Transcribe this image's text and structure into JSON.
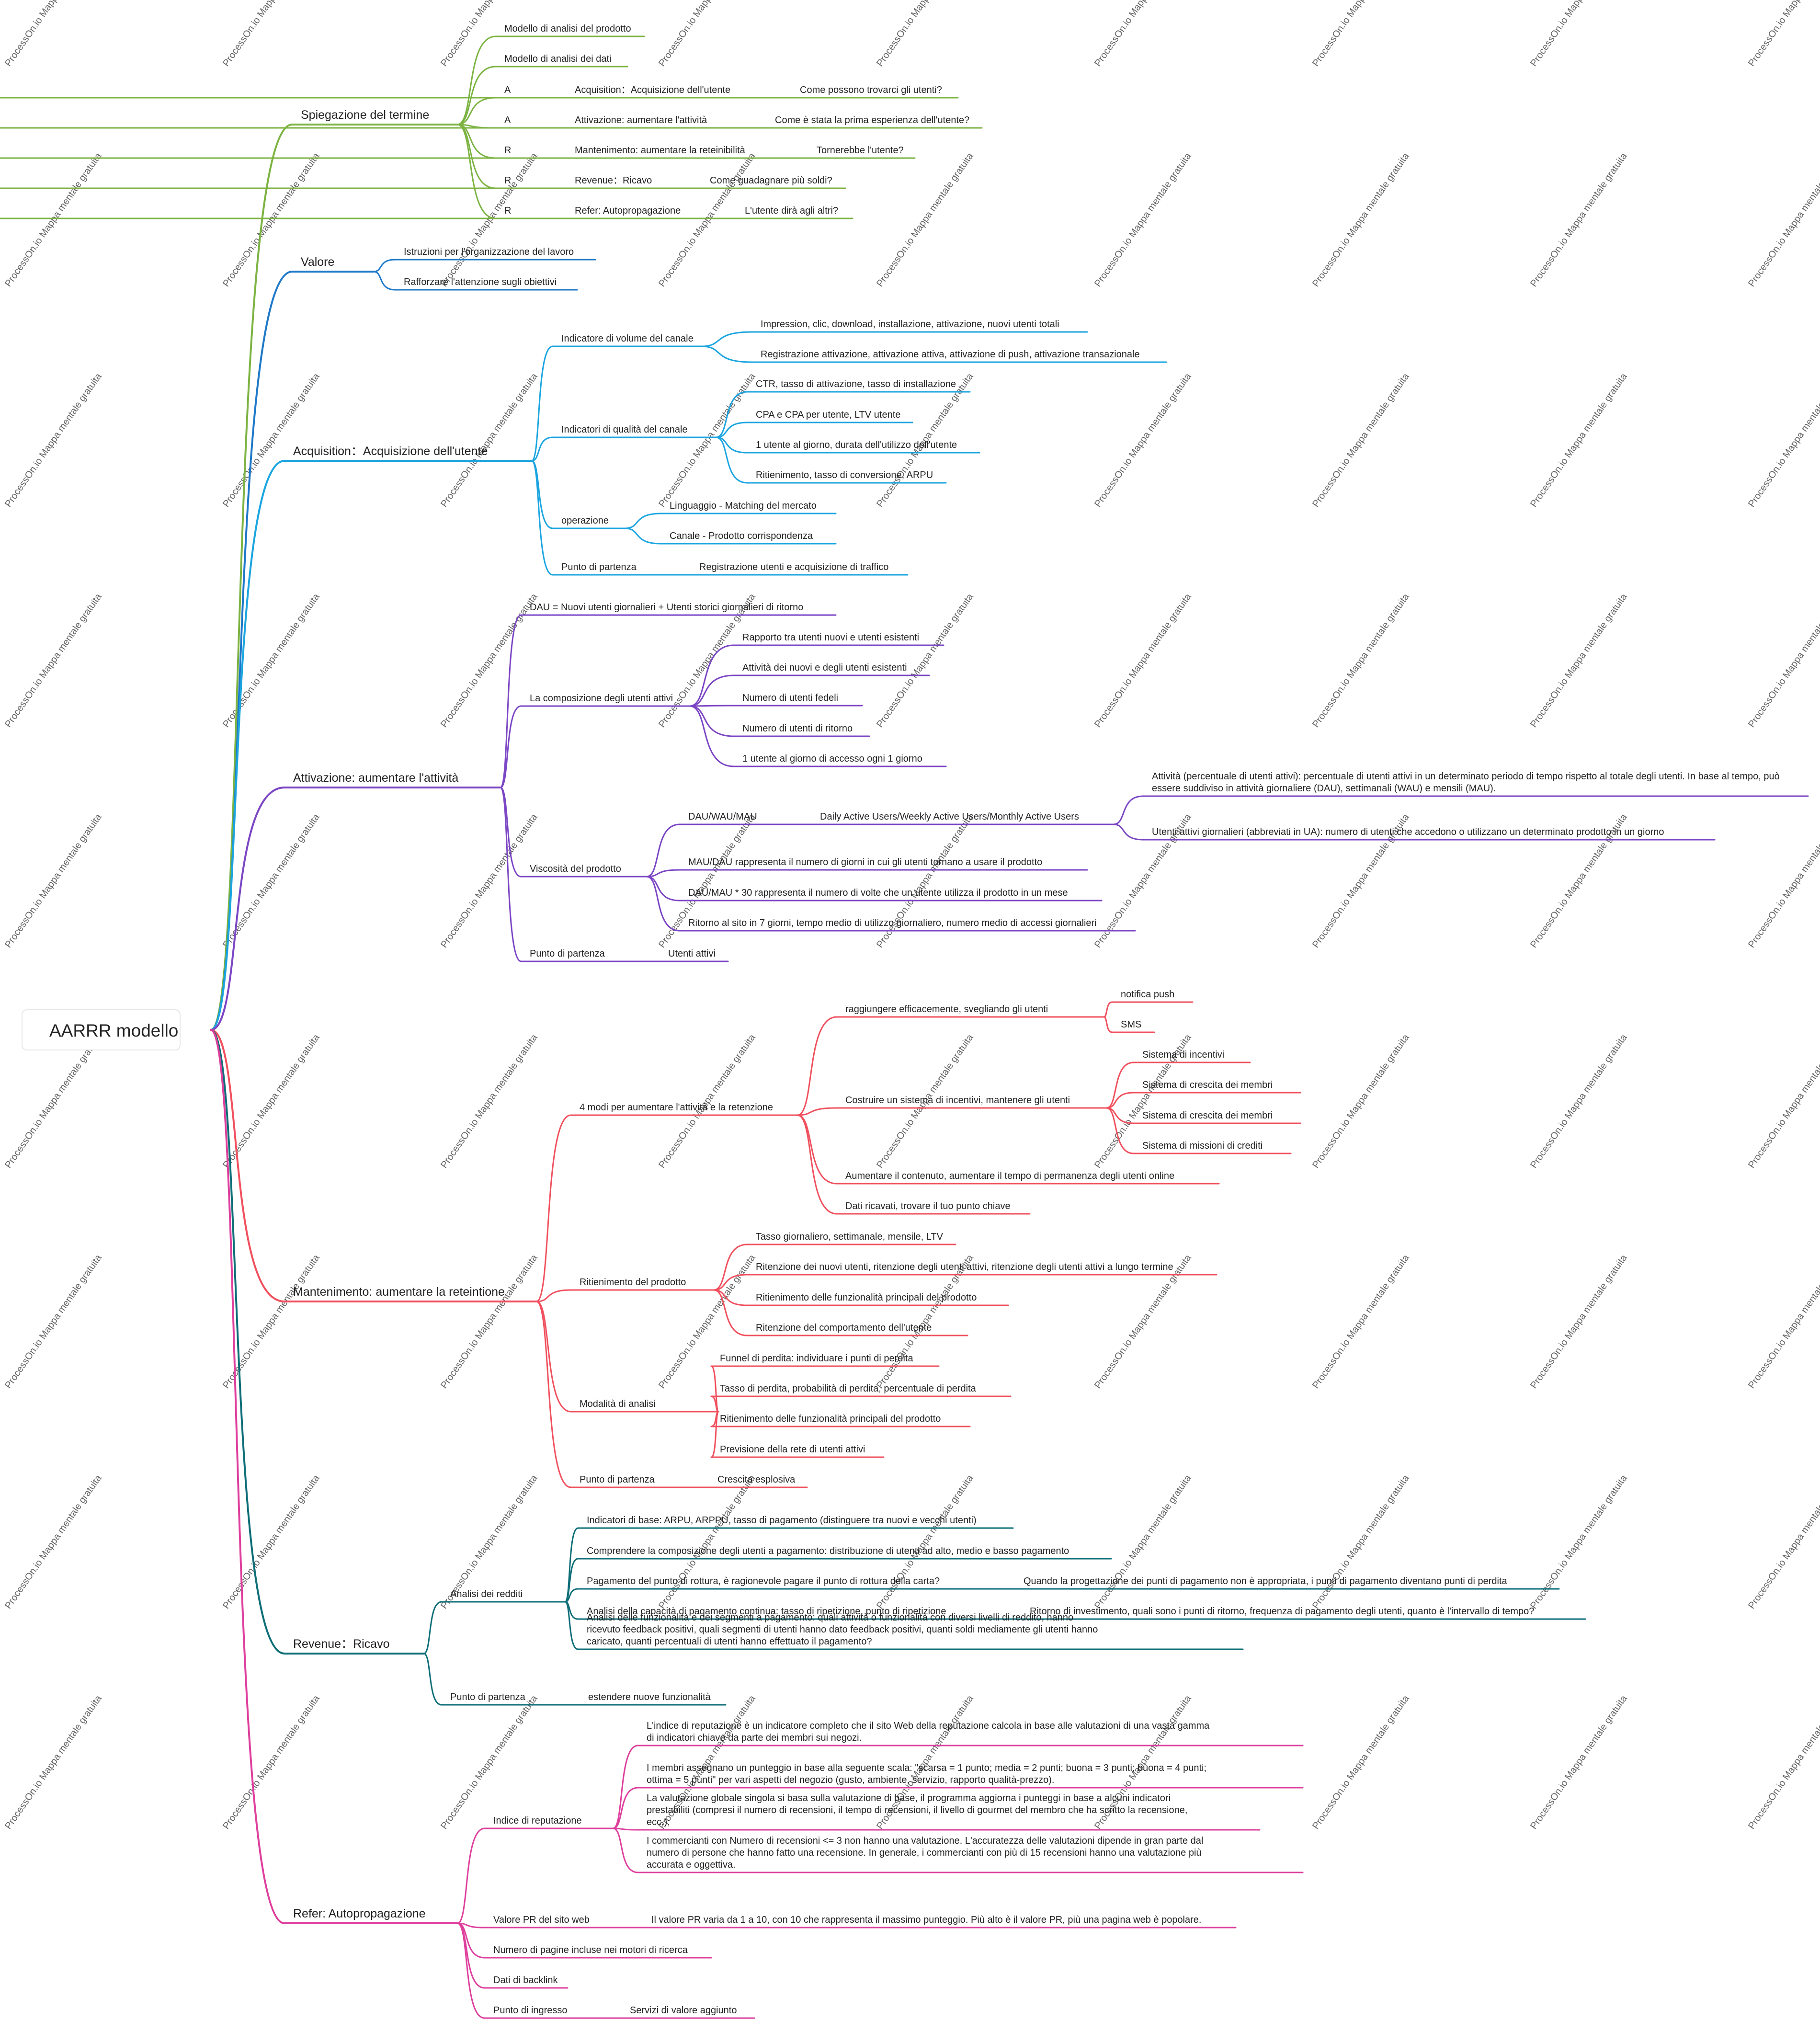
{
  "root": {
    "label": "AARRR modello"
  },
  "watermark": "ProcessOn.io Mappa mentale gratuita",
  "branches": [
    {
      "label": "Spiegazione del termine",
      "color": "#7cb342",
      "children": [
        {
          "label": "Modello di analisi del prodotto"
        },
        {
          "label": "Modello di analisi dei dati"
        },
        {
          "label": "A",
          "chain": [
            "Acquisition：Acquisizione dell'utente",
            "Come possono trovarci gli utenti?"
          ]
        },
        {
          "label": "A",
          "chain": [
            "Attivazione: aumentare l'attività",
            "Come è stata la prima esperienza dell'utente?"
          ]
        },
        {
          "label": "R",
          "chain": [
            "Mantenimento: aumentare la reteinibilità",
            "Tornerebbe l'utente?"
          ]
        },
        {
          "label": "R",
          "chain": [
            "Revenue：Ricavo",
            "Come guadagnare più soldi?"
          ]
        },
        {
          "label": "R",
          "chain": [
            "Refer: Autopropagazione",
            "L'utente dirà agli altri?"
          ]
        }
      ]
    },
    {
      "label": "Valore",
      "color": "#1e78c8",
      "children": [
        {
          "label": "Istruzioni per l'organizzazione del lavoro"
        },
        {
          "label": "Rafforzare l'attenzione sugli obiettivi"
        }
      ]
    },
    {
      "label": "Acquisition：Acquisizione dell'utente",
      "color": "#1ba5e0",
      "children": [
        {
          "label": "Indicatore di volume del canale",
          "children": [
            {
              "label": "Impression, clic, download, installazione, attivazione, nuovi utenti totali"
            },
            {
              "label": "Registrazione attivazione, attivazione attiva, attivazione di push, attivazione transazionale"
            }
          ]
        },
        {
          "label": "Indicatori di qualità del canale",
          "children": [
            {
              "label": "CTR, tasso di attivazione, tasso di installazione"
            },
            {
              "label": "CPA e CPA per utente, LTV utente"
            },
            {
              "label": "1 utente al giorno, durata dell'utilizzo dell'utente"
            },
            {
              "label": "Ritienimento, tasso di conversione, ARPU"
            }
          ]
        },
        {
          "label": "operazione",
          "children": [
            {
              "label": "Linguaggio - Matching del mercato"
            },
            {
              "label": "Canale - Prodotto corrispondenza"
            }
          ]
        },
        {
          "label": "Punto di partenza",
          "chain": [
            "Registrazione utenti e acquisizione di traffico"
          ]
        }
      ]
    },
    {
      "label": "Attivazione: aumentare l'attività",
      "color": "#7b45c4",
      "children": [
        {
          "label": "DAU = Nuovi utenti giornalieri + Utenti storici giornalieri di ritorno"
        },
        {
          "label": "La composizione degli utenti attivi",
          "children": [
            {
              "label": "Rapporto tra utenti nuovi e utenti esistenti"
            },
            {
              "label": "Attività dei nuovi e degli utenti esistenti"
            },
            {
              "label": "Numero di utenti fedeli"
            },
            {
              "label": "Numero di utenti di ritorno"
            },
            {
              "label": "1 utente al giorno di accesso ogni 1 giorno"
            }
          ]
        },
        {
          "label": "Viscosità del prodotto",
          "children": [
            {
              "label": "DAU/WAU/MAU",
              "chain": [
                "Daily Active Users/Weekly Active Users/Monthly Active Users"
              ],
              "children": [
                {
                  "label": "Attività (percentuale di utenti attivi): percentuale di utenti attivi in un determinato periodo di tempo rispetto al totale degli utenti. In base al tempo, può essere suddiviso in attività giornaliere (DAU), settimanali (WAU) e mensili (MAU)."
                },
                {
                  "label": "Utenti attivi giornalieri (abbreviati in UA): numero di utenti che accedono o utilizzano un determinato prodotto in un giorno"
                }
              ]
            },
            {
              "label": "MAU/DAU rappresenta il numero di giorni in cui gli utenti tornano a usare il prodotto"
            },
            {
              "label": "DAU/MAU * 30 rappresenta il numero di volte che un utente utilizza il prodotto in un mese"
            },
            {
              "label": "Ritorno al sito in 7 giorni, tempo medio di utilizzo giornaliero, numero medio di accessi giornalieri"
            }
          ]
        },
        {
          "label": "Punto di partenza",
          "chain": [
            "Utenti attivi"
          ]
        }
      ]
    },
    {
      "label": "Mantenimento: aumentare la reteintione",
      "color": "#f0505e",
      "children": [
        {
          "label": "4 modi per aumentare l'attività e la retenzione",
          "children": [
            {
              "label": "raggiungere efficacemente, svegliando gli utenti",
              "children": [
                {
                  "label": "notifica push"
                },
                {
                  "label": "SMS"
                }
              ]
            },
            {
              "label": "Costruire un sistema di incentivi, mantenere gli utenti",
              "children": [
                {
                  "label": "Sistema di incentivi"
                },
                {
                  "label": "Sistema di crescita dei membri"
                },
                {
                  "label": "Sistema di crescita dei membri"
                },
                {
                  "label": "Sistema di missioni di crediti"
                }
              ]
            },
            {
              "label": "Aumentare il contenuto, aumentare il tempo di permanenza degli utenti online"
            },
            {
              "label": "Dati ricavati, trovare il tuo punto chiave"
            }
          ]
        },
        {
          "label": "Ritienimento del prodotto",
          "children": [
            {
              "label": "Tasso giornaliero, settimanale, mensile, LTV"
            },
            {
              "label": "Ritenzione dei nuovi utenti, ritenzione degli utenti attivi, ritenzione degli utenti attivi a lungo termine"
            },
            {
              "label": "Ritienimento delle funzionalità principali del prodotto"
            },
            {
              "label": "Ritenzione del comportamento dell'utente"
            }
          ]
        },
        {
          "label": "Modalità di analisi",
          "children": [
            {
              "label": "Funnel di perdita: individuare i punti di perdita"
            },
            {
              "label": "Tasso di perdita, probabilità di perdita, percentuale di perdita"
            },
            {
              "label": "Ritienimento delle funzionalità principali del prodotto"
            },
            {
              "label": "Previsione della rete di utenti attivi"
            }
          ]
        },
        {
          "label": "Punto di partenza",
          "chain": [
            "Crescita esplosiva"
          ]
        }
      ]
    },
    {
      "label": "Revenue：Ricavo",
      "color": "#0e6e78",
      "children": [
        {
          "label": "Analisi dei redditi",
          "children": [
            {
              "label": "Indicatori di base: ARPU, ARPPU, tasso di pagamento (distinguere tra nuovi e vecchi utenti)"
            },
            {
              "label": "Comprendere la composizione degli utenti a pagamento: distribuzione di utenti ad alto, medio e basso pagamento"
            },
            {
              "label": "Pagamento del punto di rottura, è ragionevole pagare il punto di rottura della carta?",
              "chain": [
                "Quando la progettazione dei punti di pagamento non è appropriata, i punti di pagamento diventano punti di perdita"
              ]
            },
            {
              "label": "Analisi della capacità di pagamento continua: tasso di ripetizione, punto di ripetizione",
              "chain": [
                "Ritorno di investimento, quali sono i punti di ritorno, frequenza di pagamento degli utenti, quanto è l'intervallo di tempo?"
              ]
            },
            {
              "label": "Analisi delle funzionalità e dei segmenti a pagamento: quali attività o funzionalità con diversi livelli di reddito, hanno ricevuto feedback positivi, quali segmenti di utenti hanno dato feedback positivi, quanti soldi mediamente gli utenti hanno caricato, quanti percentuali di utenti hanno effettuato il pagamento?"
            }
          ]
        },
        {
          "label": "Punto di partenza",
          "chain": [
            "estendere nuove funzionalità"
          ]
        }
      ]
    },
    {
      "label": "Refer: Autopropagazione",
      "color": "#de3f9d",
      "children": [
        {
          "label": "Indice di reputazione",
          "children": [
            {
              "label": "L'indice di reputazione è un indicatore completo che il sito Web della reputazione calcola in base alle valutazioni di una vasta gamma di indicatori chiave da parte dei membri sui negozi."
            },
            {
              "label": "I membri assegnano un punteggio in base alla seguente scala: \"scarsa = 1 punto; media = 2 punti; buona = 3 punti; buona = 4 punti; ottima = 5 punti\" per vari aspetti del negozio (gusto, ambiente, servizio, rapporto qualità-prezzo)."
            },
            {
              "label": "La valutazione globale singola si basa sulla valutazione di base, il programma aggiorna i punteggi in base a alcuni indicatori prestabiliti (compresi il numero di recensioni, il tempo di recensioni, il livello di gourmet del membro che ha scritto la recensione, ecc.);"
            },
            {
              "label": "I commercianti con Numero di recensioni <= 3 non hanno una valutazione. L'accuratezza delle valutazioni dipende in gran parte dal numero di persone che hanno fatto una recensione. In generale, i commercianti con più di 15 recensioni hanno una valutazione più accurata e oggettiva."
            }
          ]
        },
        {
          "label": "Valore PR del sito web",
          "chain": [
            "Il valore PR varia da 1 a 10, con 10 che rappresenta il massimo punteggio. Più alto è il valore PR, più una pagina web è popolare."
          ]
        },
        {
          "label": "Numero di pagine incluse nei motori di ricerca"
        },
        {
          "label": "Dati di backlink"
        },
        {
          "label": "Punto di ingresso",
          "chain": [
            "Servizi di valore aggiunto"
          ]
        }
      ]
    }
  ]
}
